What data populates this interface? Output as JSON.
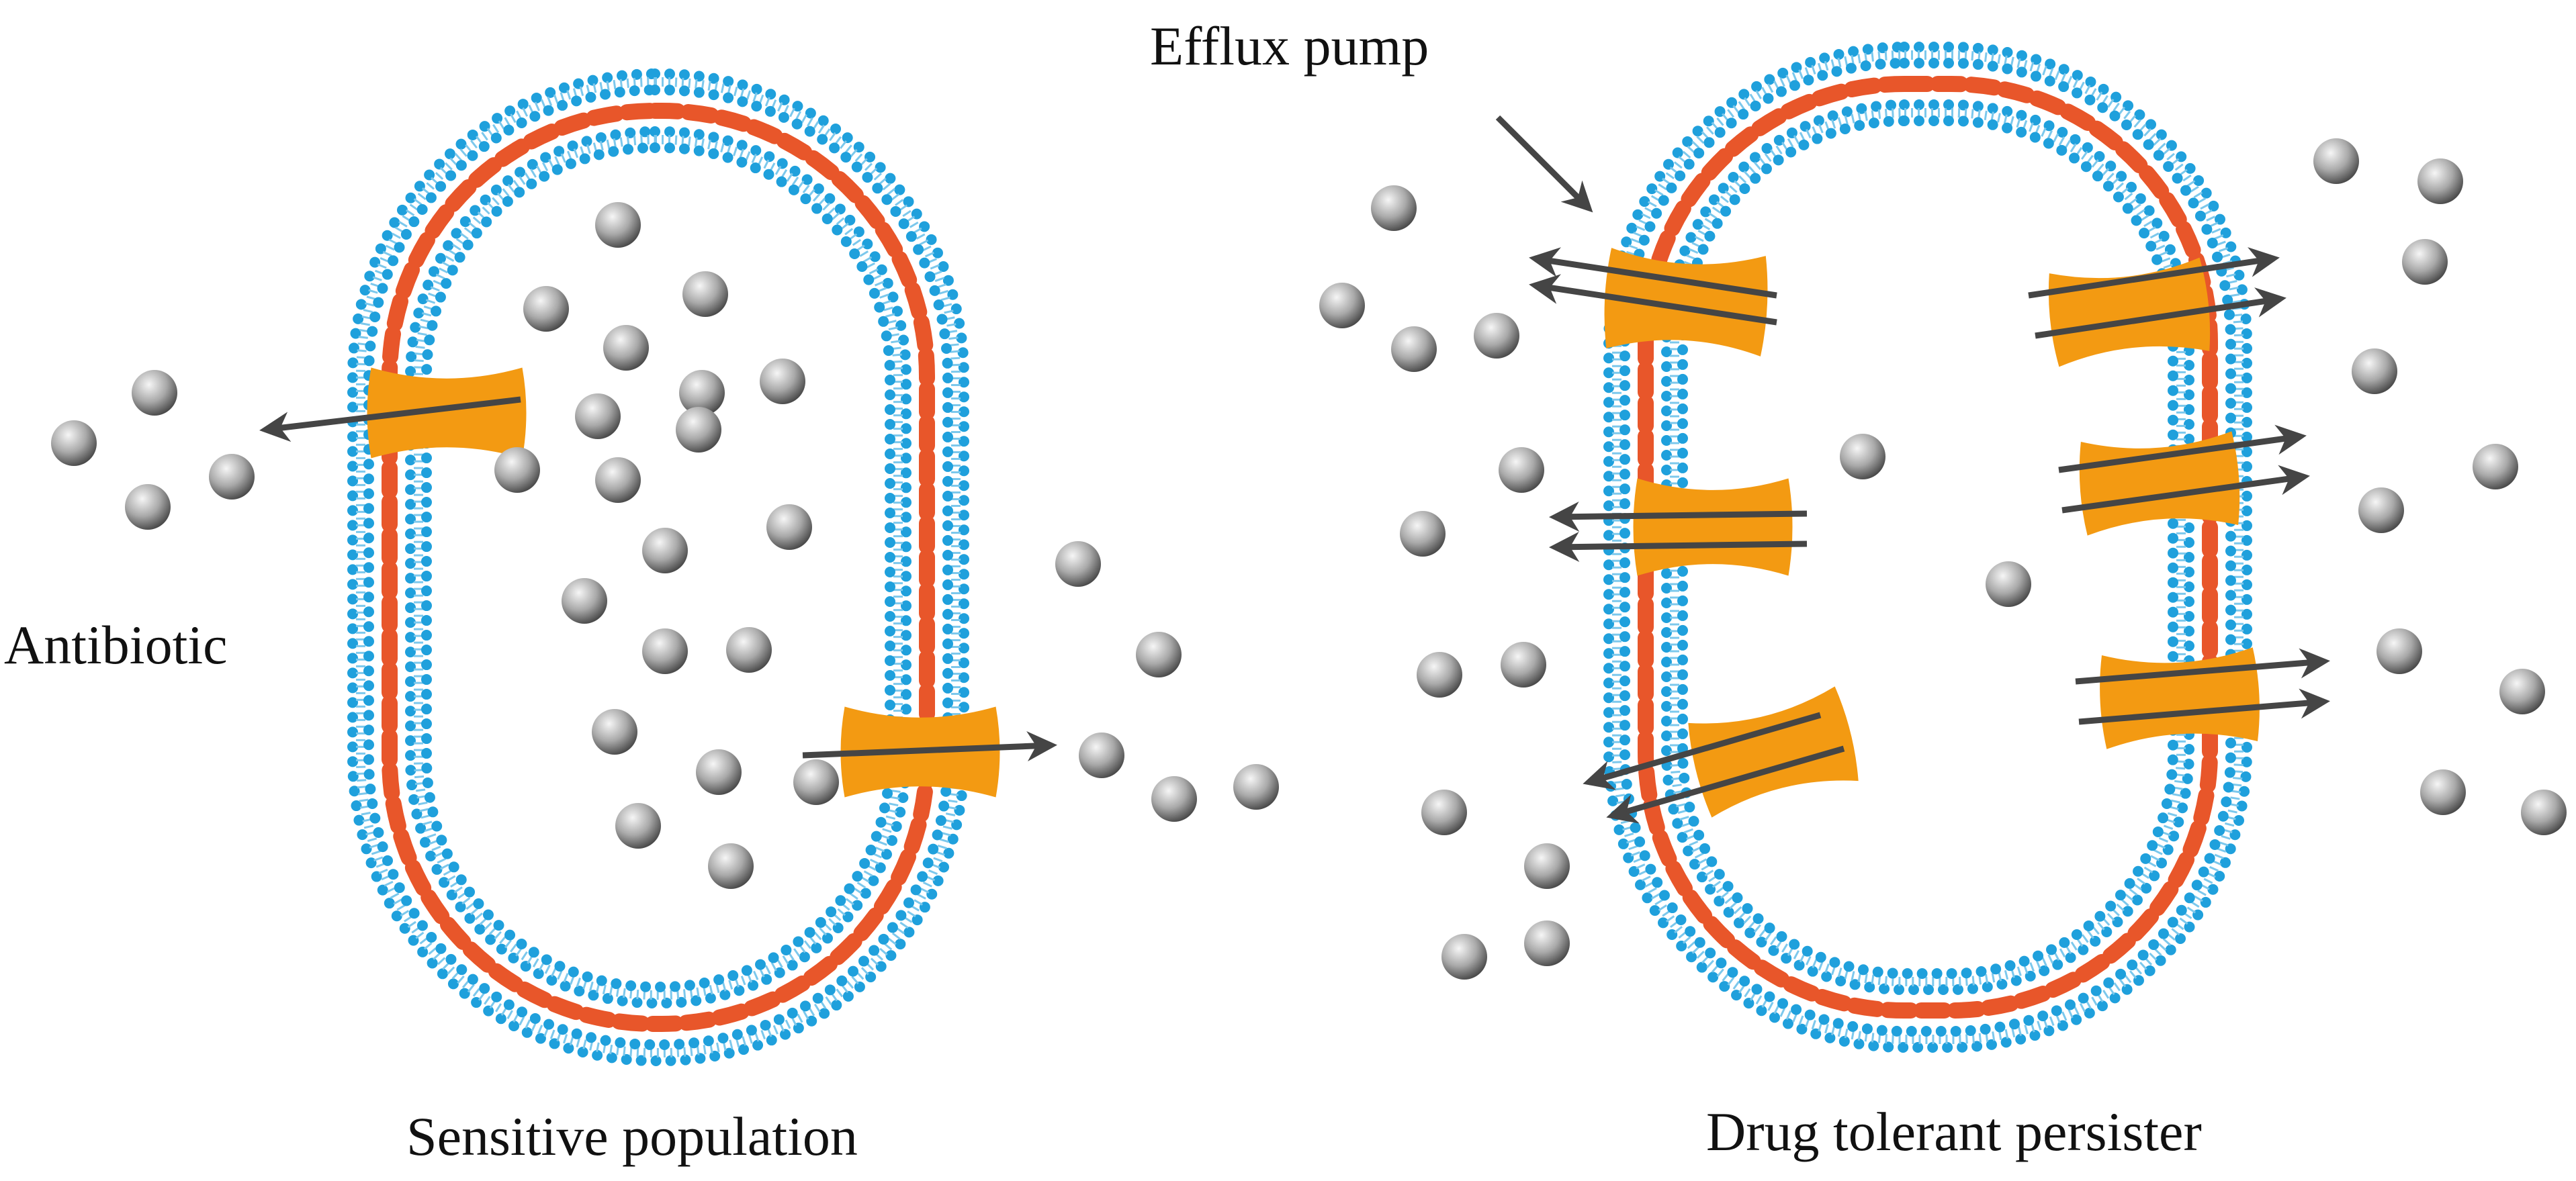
{
  "labels": {
    "efflux_pump": "Efflux pump",
    "antibiotic": "Antibiotic",
    "sensitive_population": "Sensitive population",
    "drug_tolerant_persister": "Drug tolerant persister"
  },
  "colors": {
    "membrane_blue": "#1fa0dc",
    "membrane_tail": "#7cc8ec",
    "wall_red": "#e8562a",
    "pump_orange": "#f39a12",
    "arrow_gray": "#454545",
    "drug_dark": "#5a5a5a",
    "drug_light": "#f6f6f6"
  },
  "cells": [
    {
      "name": "sensitive-cell",
      "pump_count": 2
    },
    {
      "name": "persister-cell",
      "pump_count": 6
    }
  ]
}
